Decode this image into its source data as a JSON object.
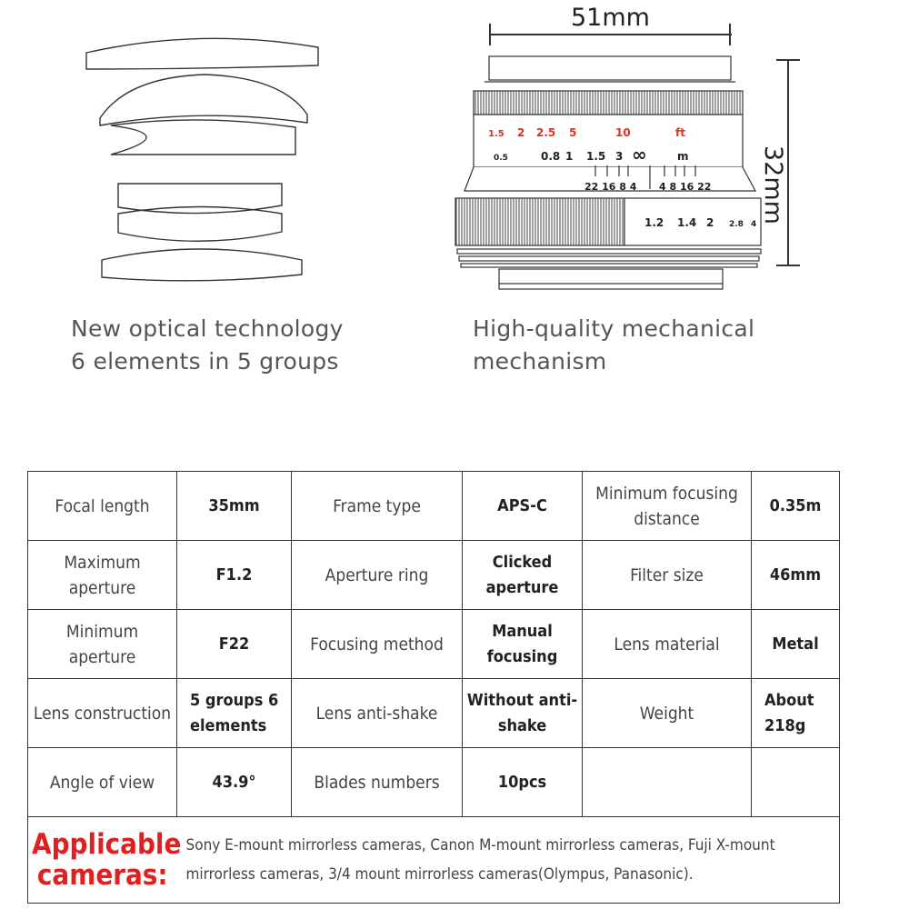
{
  "optics": {
    "caption_line1": "New optical technology",
    "caption_line2": "6 elements in 5 groups"
  },
  "mechanics": {
    "caption_line1": "High-quality mechanical",
    "caption_line2": "mechanism",
    "width_label": "51mm",
    "height_label": "32mm",
    "ft_scale": [
      "1.5",
      "2",
      "2.5",
      "5",
      "10",
      "ft"
    ],
    "m_scale": [
      "0.5",
      "0.8",
      "1",
      "1.5",
      "3",
      "∞",
      "m"
    ],
    "dof_left": "22 16 8 4",
    "dof_right": "4 8 16 22",
    "aperture_scale": [
      "1.2",
      "1.4",
      "2",
      "2.8",
      "4"
    ],
    "ft_color": "#e0301e"
  },
  "specs": {
    "rows": [
      [
        {
          "text": "Focal length"
        },
        {
          "text": "35mm",
          "val": true
        },
        {
          "text": "Frame type"
        },
        {
          "text": "APS-C",
          "val": true
        },
        {
          "text": "Minimum focusing distance"
        },
        {
          "text": "0.35m",
          "val": true
        }
      ],
      [
        {
          "text": "Maximum aperture"
        },
        {
          "text": "F1.2",
          "val": true
        },
        {
          "text": "Aperture ring"
        },
        {
          "text": "Clicked aperture",
          "val": true
        },
        {
          "text": "Filter size"
        },
        {
          "text": "46mm",
          "val": true
        }
      ],
      [
        {
          "text": "Minimum aperture"
        },
        {
          "text": "F22",
          "val": true
        },
        {
          "text": "Focusing method"
        },
        {
          "text": "Manual focusing",
          "val": true
        },
        {
          "text": "Lens material"
        },
        {
          "text": "Metal",
          "val": true
        }
      ],
      [
        {
          "text": "Lens construction"
        },
        {
          "text": "5 groups 6 elements",
          "val": true,
          "left": true
        },
        {
          "text": "Lens anti-shake"
        },
        {
          "text": "Without anti-shake",
          "val": true
        },
        {
          "text": "Weight"
        },
        {
          "text": "About 218g",
          "val": true,
          "left": true
        }
      ],
      [
        {
          "text": "Angle of view"
        },
        {
          "text": "43.9°",
          "val": true
        },
        {
          "text": "Blades numbers"
        },
        {
          "text": "10pcs",
          "val": true
        },
        {
          "text": ""
        },
        {
          "text": ""
        }
      ]
    ],
    "applicable_label": "Applicable cameras:",
    "applicable_text": "Sony E-mount mirrorless cameras, Canon M-mount mirrorless cameras, Fuji X-mount mirrorless cameras, 3/4 mount mirrorless cameras(Olympus, Panasonic).",
    "accent_color": "#e02020"
  }
}
